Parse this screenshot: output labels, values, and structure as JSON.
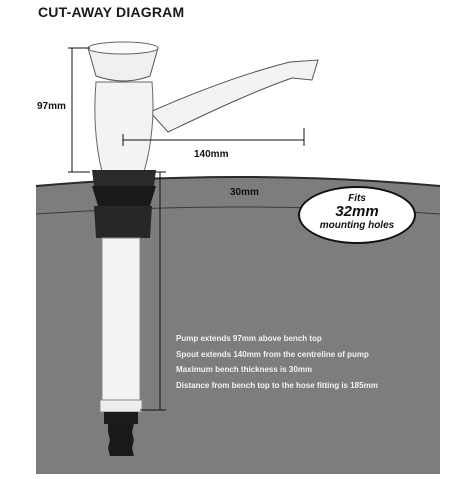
{
  "title": "CUT-AWAY DIAGRAM",
  "dimensions": {
    "height_label": "97mm",
    "spout_label": "140mm",
    "bench_label": "30mm"
  },
  "callout": {
    "line1": "Fits",
    "line2": "32mm",
    "line3": "mounting holes"
  },
  "notes": [
    "Pump extends 97mm above bench top",
    "Spout extends 140mm from the centreline of pump",
    "Maximum bench thickness is 30mm",
    "Distance from bench top to the hose fitting is 185mm"
  ],
  "colors": {
    "bench_fill": "#7d7d7d",
    "pump_body": "#f3f3f3",
    "seal": "#1e1e1e",
    "text_dark": "#111111"
  }
}
